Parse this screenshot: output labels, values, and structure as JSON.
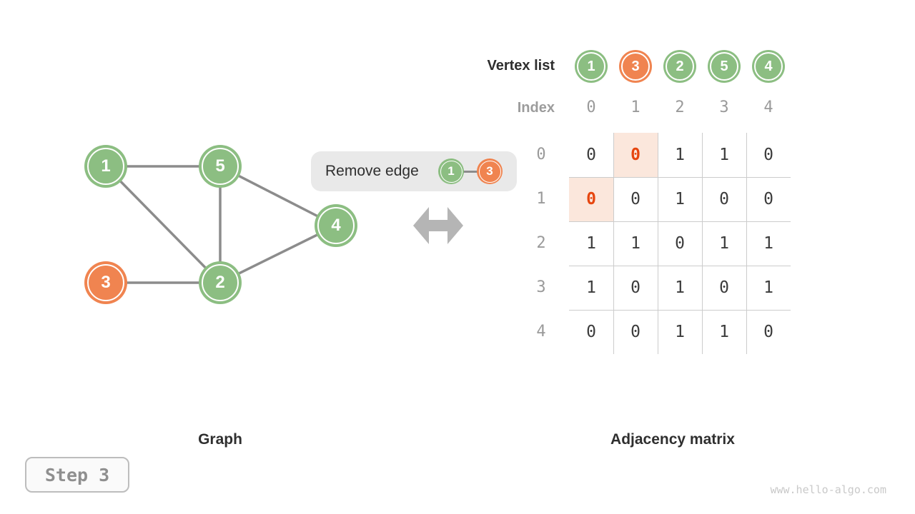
{
  "graph": {
    "caption": "Graph",
    "nodes": [
      {
        "label": "1",
        "color": "green"
      },
      {
        "label": "5",
        "color": "green"
      },
      {
        "label": "4",
        "color": "green"
      },
      {
        "label": "3",
        "color": "orange"
      },
      {
        "label": "2",
        "color": "green"
      }
    ],
    "edges": [
      [
        "1",
        "5"
      ],
      [
        "1",
        "2"
      ],
      [
        "5",
        "2"
      ],
      [
        "5",
        "4"
      ],
      [
        "2",
        "4"
      ],
      [
        "3",
        "2"
      ]
    ]
  },
  "operation": {
    "label": "Remove edge",
    "from": "1",
    "to": "3"
  },
  "vertex_list": {
    "label": "Vertex list",
    "items": [
      {
        "value": "1",
        "color": "green"
      },
      {
        "value": "3",
        "color": "orange"
      },
      {
        "value": "2",
        "color": "green"
      },
      {
        "value": "5",
        "color": "green"
      },
      {
        "value": "4",
        "color": "green"
      }
    ]
  },
  "index_row": {
    "label": "Index",
    "values": [
      "0",
      "1",
      "2",
      "3",
      "4"
    ]
  },
  "matrix": {
    "caption": "Adjacency matrix",
    "row_labels": [
      "0",
      "1",
      "2",
      "3",
      "4"
    ],
    "rows": [
      [
        "0",
        "0",
        "1",
        "1",
        "0"
      ],
      [
        "0",
        "0",
        "1",
        "0",
        "0"
      ],
      [
        "1",
        "1",
        "0",
        "1",
        "1"
      ],
      [
        "1",
        "0",
        "1",
        "0",
        "1"
      ],
      [
        "0",
        "0",
        "1",
        "1",
        "0"
      ]
    ],
    "highlighted_cells": [
      [
        0,
        1
      ],
      [
        1,
        0
      ]
    ]
  },
  "step_badge": {
    "label": "Step 3"
  },
  "watermark": "www.hello-algo.com",
  "colors": {
    "node_green": "#8CBE82",
    "node_orange": "#F08450",
    "highlight_bg": "#FBE7DC",
    "highlight_text": "#E6460F",
    "edge_gray": "#8C8C8C",
    "arrow_gray": "#B5B5B5",
    "grid_line": "#CCCCCC"
  }
}
